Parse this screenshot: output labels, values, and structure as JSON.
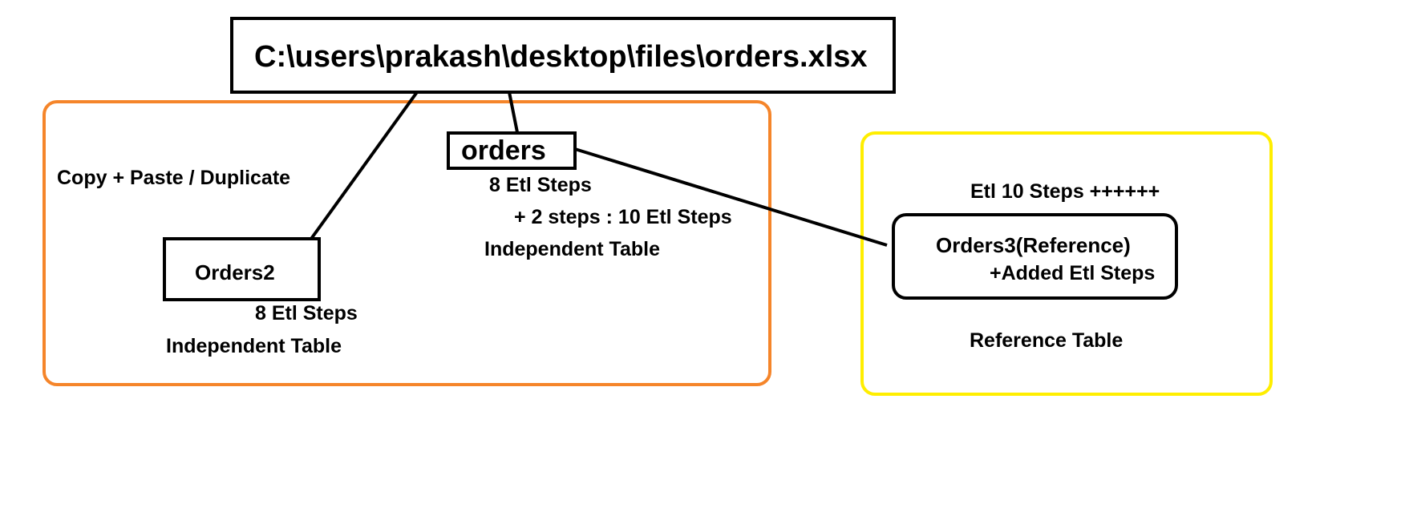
{
  "source": {
    "path": "C:\\users\\prakash\\desktop\\files\\orders.xlsx"
  },
  "duplicate_group": {
    "method_label": "Copy + Paste / Duplicate",
    "orders": {
      "name": "orders",
      "steps": "8 Etl Steps",
      "added": "+ 2 steps  : 10 Etl Steps",
      "type": "Independent  Table"
    },
    "orders2": {
      "name": "Orders2",
      "steps": "8 Etl Steps",
      "type": "Independent Table"
    }
  },
  "reference_group": {
    "steps": "Etl 10 Steps  ++++++",
    "orders3": {
      "name": "Orders3(Reference)",
      "added": "+Added Etl Steps"
    },
    "type": "Reference Table"
  },
  "colors": {
    "duplicate_group_border": "#f5852a",
    "reference_group_border": "#ffee00",
    "line": "#000000"
  }
}
